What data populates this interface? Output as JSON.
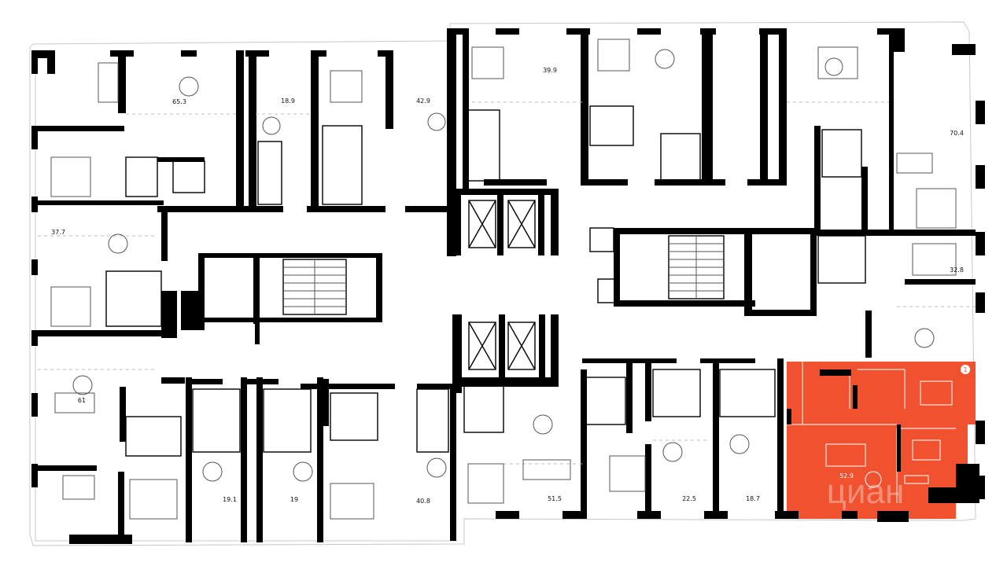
{
  "floor_plan": {
    "highlight_color": "#f0512f",
    "wall_color": "#000000",
    "highlight_badge": "1",
    "watermark": "циан",
    "apartments": [
      {
        "id": "apt-65-3",
        "area": "65.3"
      },
      {
        "id": "apt-18-9",
        "area": "18.9"
      },
      {
        "id": "apt-42-9",
        "area": "42.9"
      },
      {
        "id": "apt-39-9",
        "area": "39.9"
      },
      {
        "id": "apt-70-4",
        "area": "70.4"
      },
      {
        "id": "apt-37-7",
        "area": "37.7"
      },
      {
        "id": "apt-32-8",
        "area": "32.8"
      },
      {
        "id": "apt-61",
        "area": "61"
      },
      {
        "id": "apt-19-1",
        "area": "19.1"
      },
      {
        "id": "apt-19",
        "area": "19"
      },
      {
        "id": "apt-40-8",
        "area": "40.8"
      },
      {
        "id": "apt-51-5",
        "area": "51.5"
      },
      {
        "id": "apt-22-5",
        "area": "22.5"
      },
      {
        "id": "apt-18-7",
        "area": "18.7"
      },
      {
        "id": "apt-52-9",
        "area": "52.9",
        "highlighted": true
      }
    ]
  }
}
